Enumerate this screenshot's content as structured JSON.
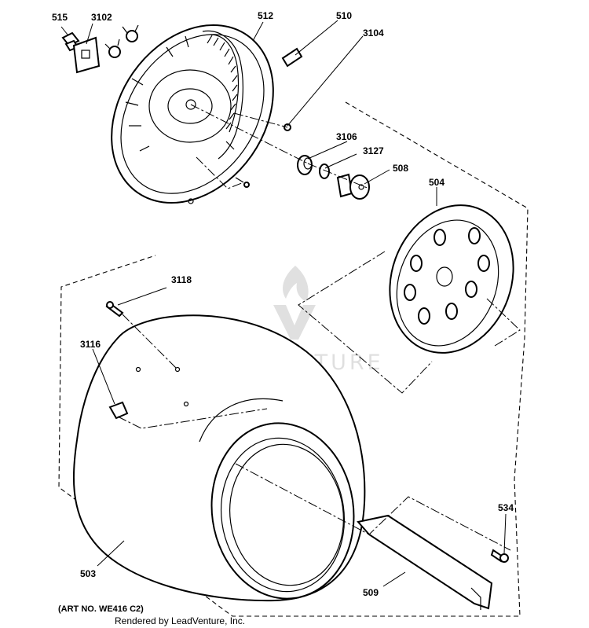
{
  "callouts": {
    "c515": "515",
    "c3102": "3102",
    "c512": "512",
    "c510": "510",
    "c3104": "3104",
    "c3106": "3106",
    "c3127": "3127",
    "c508": "508",
    "c504": "504",
    "c3118": "3118",
    "c3116": "3116",
    "c503": "503",
    "c534": "534",
    "c509": "509"
  },
  "footer": {
    "art_number": "(ART NO. WE416 C2)",
    "rendered_by": "Rendered by LeadVenture, Inc."
  },
  "watermark": {
    "text": "LEADVENTURE"
  },
  "colors": {
    "line": "#000000",
    "background": "#ffffff"
  }
}
